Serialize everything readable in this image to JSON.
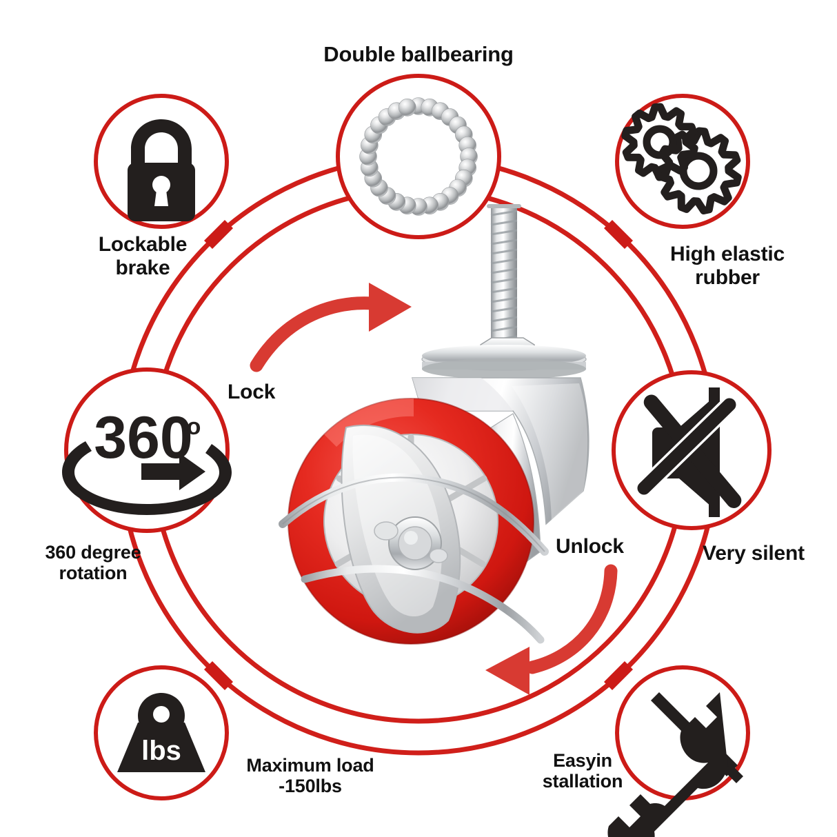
{
  "product": {
    "name": "Swivel caster wheel with brake",
    "tread_color": "#e2231a",
    "hub_color": "#e8e8e8",
    "metal_color": "#c9cdd1"
  },
  "theme": {
    "accent_red": "#cc1b17",
    "ring_red": "#d01f1a",
    "arrow_red": "#d83a32",
    "icon_black": "#231f1e",
    "background": "#ffffff"
  },
  "header": {
    "title": "Double ballbearing"
  },
  "actions": [
    {
      "id": "lock",
      "label": "Lock"
    },
    {
      "id": "unlock",
      "label": "Unlock"
    }
  ],
  "features": [
    {
      "id": "ballbearing",
      "label": "Double ballbearing",
      "icon": "ball-bearing-ring-icon",
      "position": "top"
    },
    {
      "id": "lockable-brake",
      "label": "Lockable\nbrake",
      "icon": "padlock-icon",
      "position": "top-left"
    },
    {
      "id": "high-elastic-rubber",
      "label": "High elastic\nrubber",
      "icon": "gears-icon",
      "position": "top-right"
    },
    {
      "id": "360-rotation",
      "label": "360 degree\nrotation",
      "icon": "360-rotation-icon",
      "position": "left",
      "icon_text": "360",
      "icon_degree": "o"
    },
    {
      "id": "very-silent",
      "label": "Very silent",
      "icon": "mute-speaker-icon",
      "position": "right"
    },
    {
      "id": "maximum-load",
      "label": "Maximum load\n-150lbs",
      "icon": "weight-icon",
      "position": "bottom-left",
      "icon_text": "lbs"
    },
    {
      "id": "easy-installation",
      "label": "Easyin\nstallation",
      "icon": "tools-icon",
      "position": "bottom-right"
    }
  ]
}
